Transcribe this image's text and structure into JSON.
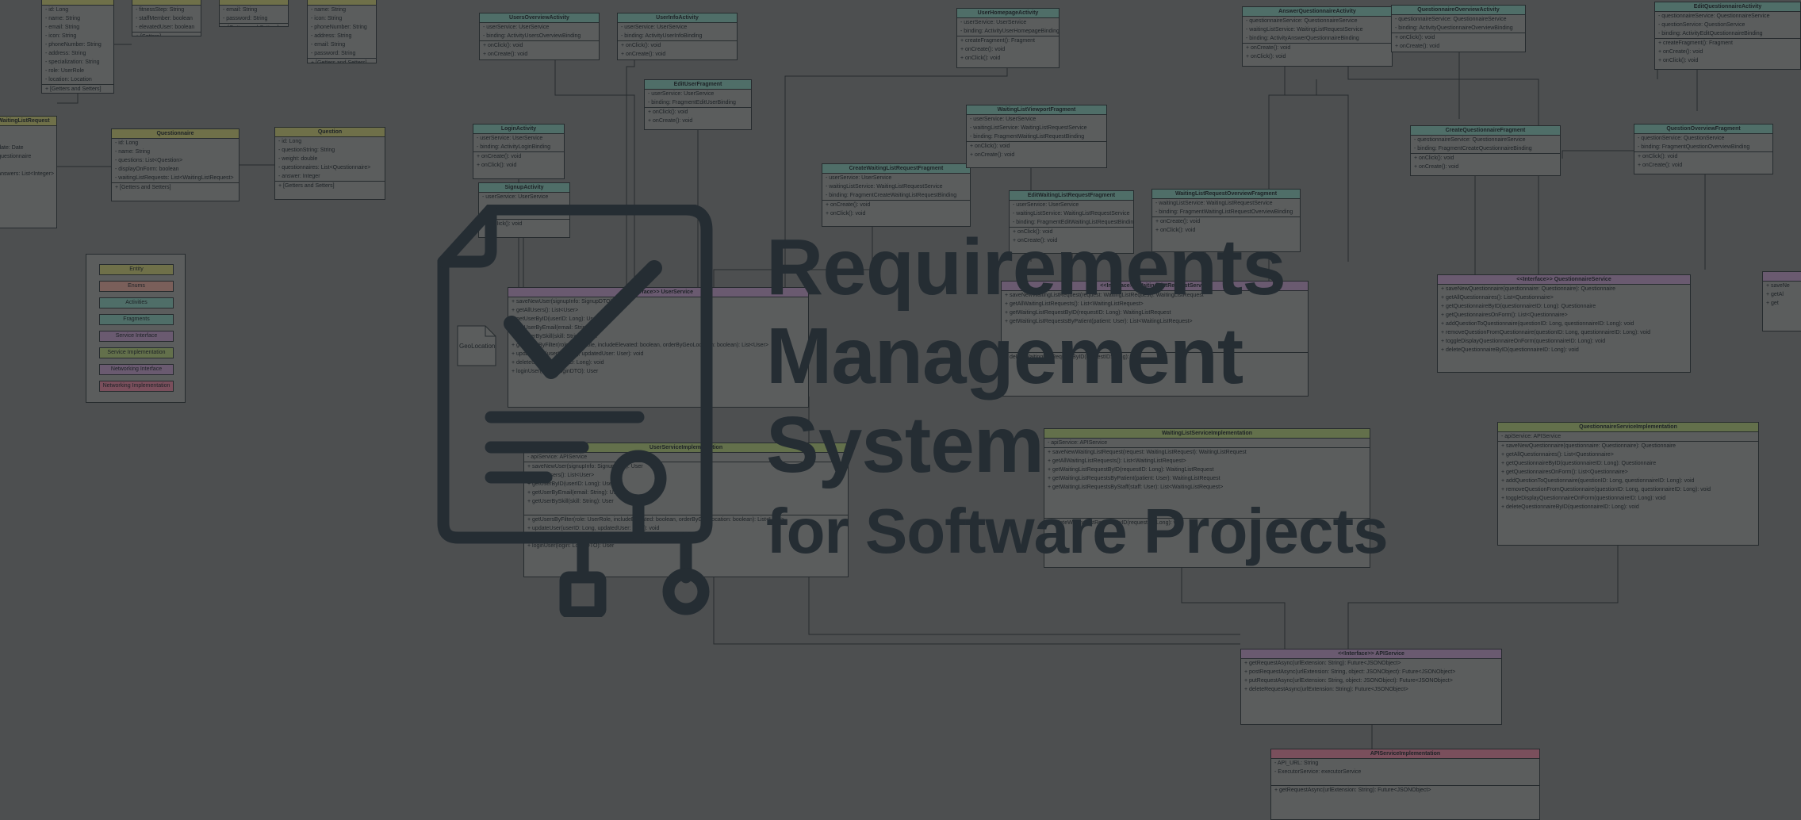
{
  "title": {
    "line1": "Requirements",
    "line2": "Management",
    "line3": "System",
    "line4": "for Software Projects"
  },
  "legend": {
    "items": [
      {
        "label": "Entity",
        "color": "#6f7049"
      },
      {
        "label": "Enums",
        "color": "#7a5f5a"
      },
      {
        "label": "Activities",
        "color": "#4f6e68"
      },
      {
        "label": "Fragments",
        "color": "#4f6e68"
      },
      {
        "label": "Service Interface",
        "color": "#6a5a70"
      },
      {
        "label": "Service Implementation",
        "color": "#63704b"
      },
      {
        "label": "Networking Interface",
        "color": "#6a5a70"
      },
      {
        "label": "Networking Implementation",
        "color": "#7a4f5c"
      }
    ]
  },
  "diagram": {
    "geo_location_note": "GeoLocation",
    "classes": [
      {
        "id": "user-entity",
        "name": "",
        "kind": "entity",
        "lines": [
          "- id: Long",
          "- name: String",
          "- email: String",
          "- icon: String",
          "- phoneNumber: String",
          "- address: String",
          "- specialization: String",
          "- role: UserRole",
          "- location: Location",
          "+ [Getters and Setters]"
        ]
      },
      {
        "id": "small-enum-a",
        "name": "",
        "kind": "entity",
        "lines": [
          "- fitnessStep: String",
          "- staffMember: boolean",
          "- elevatedUser: boolean",
          "+ [Setters]"
        ]
      },
      {
        "id": "small-enum-b",
        "name": "",
        "kind": "entity",
        "lines": [
          "- email: String",
          "- password: String",
          "+ [Getters and Setters]"
        ]
      },
      {
        "id": "user-dto",
        "name": "",
        "kind": "entity",
        "lines": [
          "- name: String",
          "- icon: String",
          "- phoneNumber: String",
          "- address: String",
          "- email: String",
          "- password: String",
          "+ [Getters and Setters]"
        ]
      },
      {
        "id": "waiting-request",
        "name": "WaitingListRequest",
        "kind": "entity",
        "lines": [
          "",
          "",
          "- date: Date",
          "- questionnaire",
          "",
          "- answers: List<Integer>"
        ]
      },
      {
        "id": "questionnaire",
        "name": "Questionnaire",
        "kind": "entity",
        "lines": [
          "- id: Long",
          "- name: String",
          "- questions: List<Question>",
          "- displayOnForm: boolean",
          "- waitingListRequests: List<WaitingListRequest>",
          "+ [Getters and Setters]"
        ]
      },
      {
        "id": "question",
        "name": "Question",
        "kind": "entity",
        "lines": [
          "- id: Long",
          "- questionString: String",
          "- weight: double",
          "- questionnaires: List<Questionnaire>",
          "- answer: Integer",
          "+ [Getters and Setters]"
        ]
      },
      {
        "id": "users-overview",
        "name": "UsersOverviewActivity",
        "kind": "activity",
        "lines": [
          "- userService: UserService",
          "- binding: ActivityUsersOverviewBinding",
          "+ onClick(): void",
          "+ onCreate(): void"
        ]
      },
      {
        "id": "user-info",
        "name": "UserInfoActivity",
        "kind": "activity",
        "lines": [
          "- userService: UserService",
          "- binding: ActivityUserInfoBinding",
          "+ onClick(): void",
          "+ onCreate(): void"
        ]
      },
      {
        "id": "edit-user-fragment",
        "name": "EditUserFragment",
        "kind": "activity",
        "lines": [
          "- userService: UserService",
          "- binding: FragmentEditUserBinding",
          "+ onClick(): void",
          "+ onCreate(): void"
        ]
      },
      {
        "id": "login",
        "name": "LoginActivity",
        "kind": "activity",
        "lines": [
          "- userService: UserService",
          "- binding: ActivityLoginBinding",
          "+ onCreate(): void",
          "+ onClick(): void"
        ]
      },
      {
        "id": "signup",
        "name": "SignupActivity",
        "kind": "activity",
        "lines": [
          "- userService: UserService",
          "",
          "",
          "+ onClick(): void"
        ]
      },
      {
        "id": "user-homepage",
        "name": "UserHomepageActivity",
        "kind": "activity",
        "lines": [
          "- userService: UserService",
          "- binding: ActivityUserHomepageBinding",
          "+ createFragment(): Fragment",
          "+ onCreate(): void",
          "+ onClick(): void"
        ]
      },
      {
        "id": "create-waiting",
        "name": "CreateWaitingListRequestFragment",
        "kind": "activity",
        "lines": [
          "- userService: UserService",
          "- waitingListService: WaitingListRequestService",
          "- binding: FragmentCreateWaitingListRequestBinding",
          "+ onCreate(): void",
          "+ onClick(): void"
        ]
      },
      {
        "id": "waiting-viewport",
        "name": "WaitingListViewportFragment",
        "kind": "activity",
        "lines": [
          "- userService: UserService",
          "- waitingListService: WaitingListRequestService",
          "- binding: FragmentWaitingListRequestBinding",
          "+ onClick(): void",
          "+ onCreate(): void"
        ]
      },
      {
        "id": "edit-waiting",
        "name": "EditWaitingListRequestFragment",
        "kind": "activity",
        "lines": [
          "- userService: UserService",
          "- waitingListService: WaitingListRequestService",
          "- binding: FragmentEditWaitingListRequestBinding",
          "+ onClick(): void",
          "+ onCreate(): void"
        ]
      },
      {
        "id": "waiting-overview",
        "name": "WaitingListRequestOverviewFragment",
        "kind": "activity",
        "lines": [
          "- waitingListService: WaitingListRequestService",
          "- binding: FragmentWaitingListRequestOverviewBinding",
          "+ onCreate(): void",
          "+ onClick(): void"
        ]
      },
      {
        "id": "answer-questionnaire",
        "name": "AnswerQuestionnaireActivity",
        "kind": "activity",
        "lines": [
          "- questionnaireService: QuestionnaireService",
          "- waitingListService: WaitingListRequestService",
          "- binding: ActivityAnswerQuestionnaireBinding",
          "+ onCreate(): void",
          "+ onClick(): void"
        ]
      },
      {
        "id": "questionnaire-overview-activity",
        "name": "QuestionnaireOverviewActivity",
        "kind": "activity",
        "lines": [
          "- questionnaireService: QuestionnaireService",
          "- binding: ActivityQuestionnaireOverviewBinding",
          "+ onClick(): void",
          "+ onCreate(): void"
        ]
      },
      {
        "id": "edit-questionnaire",
        "name": "EditQuestionnaireActivity",
        "kind": "activity",
        "lines": [
          "- questionnaireService: QuestionnaireService",
          "- questionService: QuestionService",
          "- binding: ActivityEditQuestionnaireBinding",
          "+ createFragment(): Fragment",
          "+ onCreate(): void",
          "+ onClick(): void"
        ]
      },
      {
        "id": "create-questionnaire",
        "name": "CreateQuestionnaireFragment",
        "kind": "activity",
        "lines": [
          "- questionnaireService: QuestionnaireService",
          "- binding: FragmentCreateQuestionnaireBinding",
          "+ onClick(): void",
          "+ onCreate(): void"
        ]
      },
      {
        "id": "question-overview",
        "name": "QuestionOverviewFragment",
        "kind": "activity",
        "lines": [
          "- questionService: QuestionService",
          "- binding: FragmentQuestionOverviewBinding",
          "+ onClick(): void",
          "+ onCreate(): void"
        ]
      },
      {
        "id": "user-service",
        "name": "<<Interface>> UserService",
        "kind": "iface",
        "lines": [
          "+ saveNewUser(signupInfo: SignupDTO): User",
          "+ getAllUsers(): List<User>",
          "+ getUserByID(userID: Long): User",
          "+ getUserByEmail(email: String): User",
          "+ getUserBySkill(skill: String): User",
          "+ getUsersByFilter(role: UserRole, includeElevated: boolean, orderByGeoLocation: boolean): List<User>",
          "+ updateUser(userID: Long, updatedUser: User): void",
          "+ deleteUserByID(userID: Long): void",
          "+ loginUser(login: LoginDTO): User"
        ]
      },
      {
        "id": "user-service-impl",
        "name": "UserServiceImplementation",
        "kind": "impl",
        "lines": [
          "- apiService: APIService",
          "+ saveNewUser(signupInfo: SignupDTO): User",
          "+ getAllUsers(): List<User>",
          "+ getUserByID(userID: Long): User",
          "+ getUserByEmail(email: String): User",
          "+ getUserBySkill(skill: String): User",
          "",
          "+ getUsersByFilter(role: UserRole, includeElevated: boolean, orderByGeoLocation: boolean): List<User>",
          "+ updateUser(userID: Long, updatedUser: User): void",
          "+ deleteUserByID(userID: Long): void",
          "+ loginUser(login: LoginDTO): User"
        ]
      },
      {
        "id": "waiting-service",
        "name": "<<Interface>> WaitingListRequestService",
        "kind": "iface",
        "lines": [
          "+ saveNewWaitingListRequest(request: WaitingListRequest): WaitingListRequest",
          "+ getAllWaitingListRequests(): List<WaitingListRequest>",
          "+ getWaitingListRequestByID(requestID: Long): WaitingListRequest",
          "+ getWaitingListRequestsByPatient(patient: User): List<WaitingListRequest>",
          "",
          "",
          "",
          "+ deleteWaitingListRequestByID(requestID: Long): void"
        ]
      },
      {
        "id": "waiting-service-impl",
        "name": "WaitingListServiceImplementation",
        "kind": "impl",
        "lines": [
          "- apiService: APIService",
          "+ saveNewWaitingListRequest(request: WaitingListRequest): WaitingListRequest",
          "+ getAllWaitingListRequests(): List<WaitingListRequest>",
          "+ getWaitingListRequestByID(requestID: Long): WaitingListRequest",
          "+ getWaitingListRequestsByPatient(patient: User): WaitingListRequest",
          "+ getWaitingListRequestsByStaff(staff: User): List<WaitingListRequest>",
          "",
          "",
          "",
          "+ deleteWaitingListRequestByID(requestID: Long): void"
        ]
      },
      {
        "id": "questionnaire-service",
        "name": "<<Interface>> QuestionnaireService",
        "kind": "iface",
        "lines": [
          "+ saveNewQuestionnaire(questionnaire: Questionnaire): Questionnaire",
          "+ getAllQuestionnaires(): List<Questionnaire>",
          "+ getQuestionnaireByID(questionnaireID: Long): Questionnaire",
          "+ getQuestionnairesOnForm(): List<Questionnaire>",
          "+ addQuestionToQuestionnaire(questionID: Long, questionnaireID: Long): void",
          "+ removeQuestionFromQuestionnaire(questionID: Long, questionnaireID: Long): void",
          "+ toggleDisplayQuestionnaireOnForm(questionnaireID: Long): void",
          "+ deleteQuestionnaireByID(questionnaireID: Long): void"
        ]
      },
      {
        "id": "questionnaire-service-impl",
        "name": "QuestionnaireServiceImplementation",
        "kind": "impl",
        "lines": [
          "- apiService: APIService",
          "+ saveNewQuestionnaire(questionnaire: Questionnaire): Questionnaire",
          "+ getAllQuestionnaires(): List<Questionnaire>",
          "+ getQuestionnaireByID(questionnaireID: Long): Questionnaire",
          "+ getQuestionnairesOnForm(): List<Questionnaire>",
          "+ addQuestionToQuestionnaire(questionID: Long, questionnaireID: Long): void",
          "+ removeQuestionFromQuestionnaire(questionID: Long, questionnaireID: Long): void",
          "+ toggleDisplayQuestionnaireOnForm(questionnaireID: Long): void",
          "+ deleteQuestionnaireByID(questionnaireID: Long): void"
        ]
      },
      {
        "id": "right-edge-iface",
        "name": "",
        "kind": "iface",
        "lines": [
          "+ saveNe",
          "+ getAl",
          "+ get"
        ]
      },
      {
        "id": "api-service",
        "name": "<<Interface>> APIService",
        "kind": "iface",
        "lines": [
          "+ getRequestAsync(urlExtension: String): Future<JSONObject>",
          "+ postRequestAsync(urlExtension: String, object: JSONObject): Future<JSONObject>",
          "+ putRequestAsync(urlExtension: String, object: JSONObject): Future<JSONObject>",
          "+ deleteRequestAsync(urlExtension: String): Future<JSONObject>"
        ]
      },
      {
        "id": "api-service-impl",
        "name": "APIServiceImplementation",
        "kind": "netimpl",
        "lines": [
          "- API_URL: String",
          "- ExecutorService: executorService",
          "",
          "+ getRequestAsync(urlExtension: String): Future<JSONObject>"
        ]
      }
    ]
  }
}
